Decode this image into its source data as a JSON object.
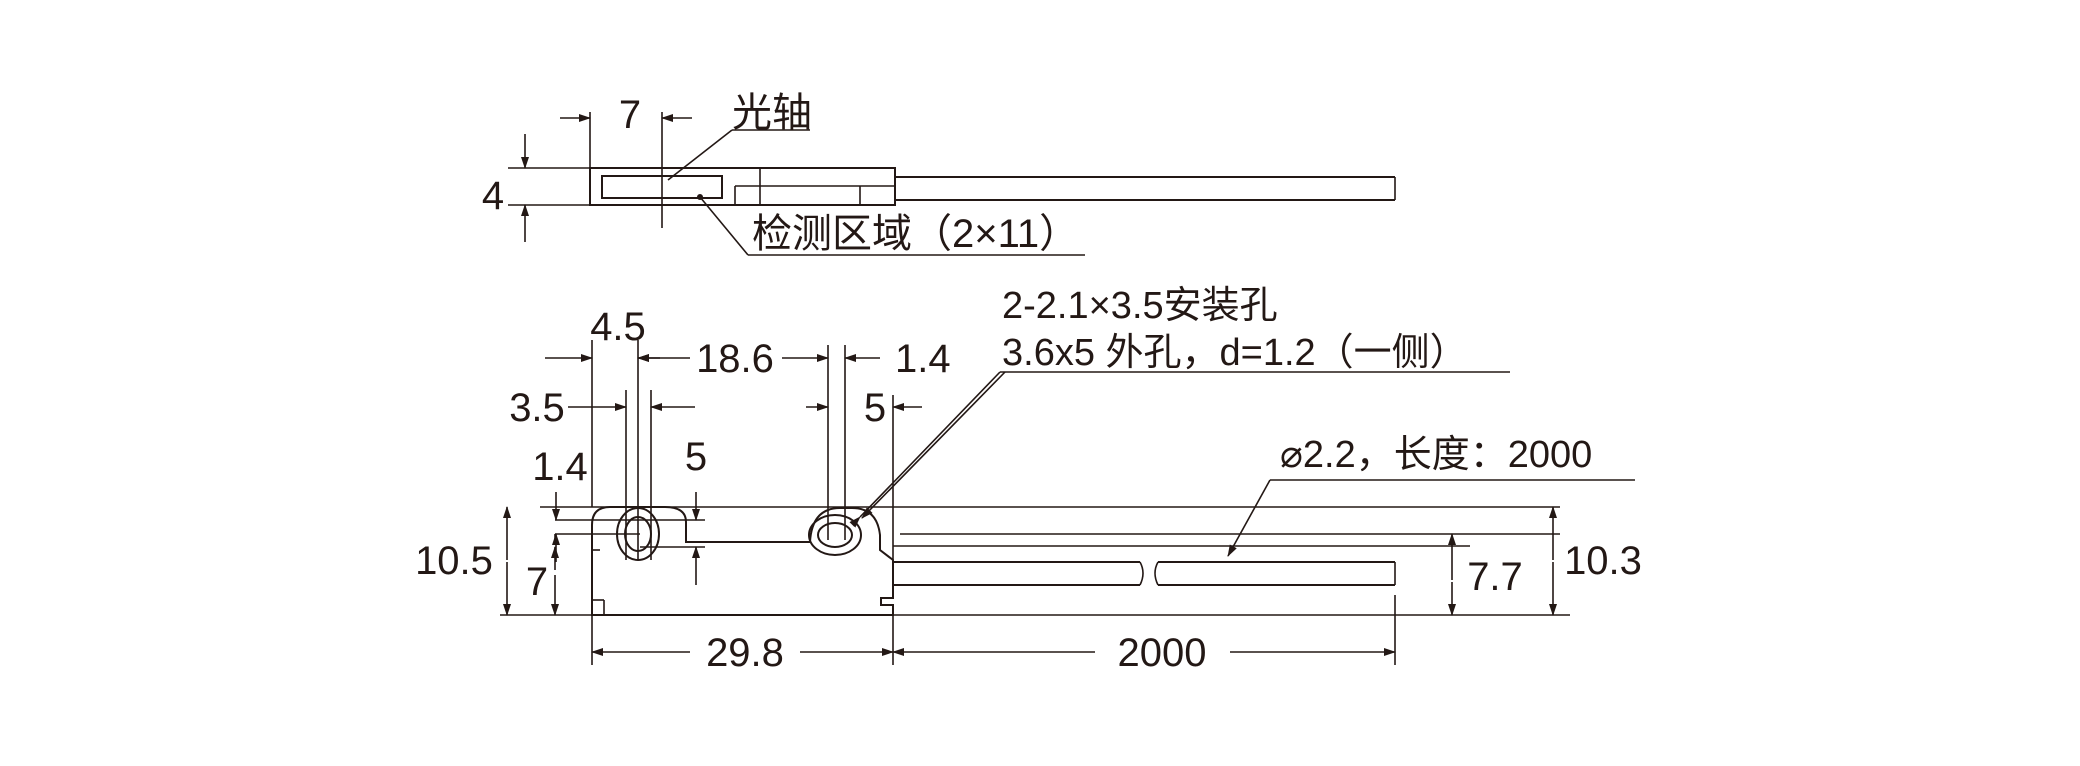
{
  "top_view": {
    "dim_width": "7",
    "dim_height": "4",
    "optical_axis_label": "光轴",
    "detection_area_label": "检测区域（2×11）"
  },
  "front_view": {
    "dim_4_5": "4.5",
    "dim_18_6": "18.6",
    "dim_1_4_top": "1.4",
    "dim_3_5": "3.5",
    "dim_5_right": "5",
    "dim_1_4_left": "1.4",
    "dim_5_left": "5",
    "dim_10_5": "10.5",
    "dim_7": "7",
    "dim_29_8": "29.8",
    "dim_2000_bottom": "2000",
    "dim_7_7": "7.7",
    "dim_10_3": "10.3",
    "mounting_hole_line1": "2-2.1×3.5安装孔",
    "mounting_hole_line2": "3.6x5 外孔，d=1.2（一侧）",
    "cable_label": "⌀2.2，长度：2000"
  }
}
